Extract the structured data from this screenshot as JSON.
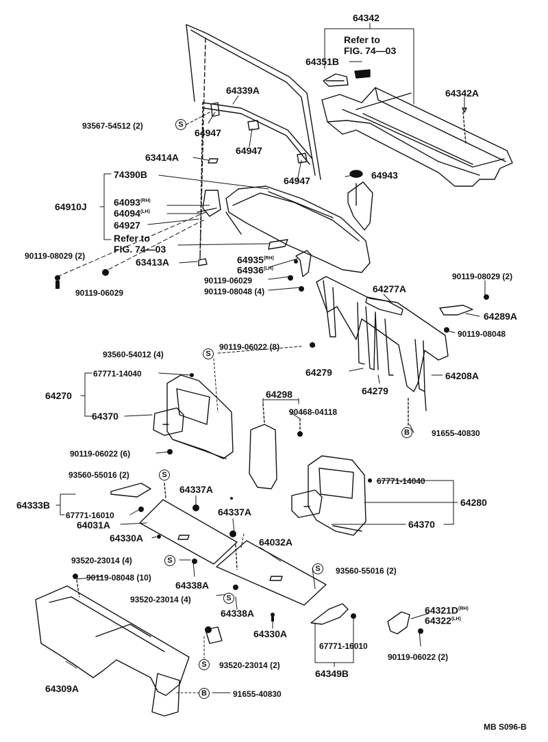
{
  "diagram_code": "MB S096-B",
  "side_tags": {
    "rh": "(RH)",
    "lh": "(LH)"
  },
  "symbols": {
    "s": "S",
    "b": "B"
  },
  "labels": {
    "p64342": "64342",
    "refer_to_1": "Refer to",
    "fig_74_03_1": "FIG. 74—03",
    "p64351B": "64351B",
    "p64339A": "64339A",
    "p64342A": "64342A",
    "p93567_54512": "93567-54512 (2)",
    "p64947_a": "64947",
    "p64947_b": "64947",
    "p64947_c": "64947",
    "p63414A": "63414A",
    "p64943": "64943",
    "p74390B": "74390B",
    "p64910J": "64910J",
    "p64093": "64093",
    "p64094": "64094",
    "p64927": "64927",
    "refer_to_2": "Refer to",
    "fig_74_03_2": "FIG. 74—03",
    "p63413A": "63413A",
    "p90119_08029_l": "90119-08029 (2)",
    "p90119_06029_l": "90119-06029",
    "p64935": "64935",
    "p64936": "64936",
    "p90119_06029_c": "90119-06029",
    "p90119_08048_4": "90119-08048 (4)",
    "p90119_08029_r": "90119-08029 (2)",
    "p64277A": "64277A",
    "p64289A": "64289A",
    "p90119_08048_r": "90119-08048",
    "p93560_54012": "93560-54012 (4)",
    "p90119_06022_8": "90119-06022 (8)",
    "p64279_a": "64279",
    "p64279_b": "64279",
    "p64208A": "64208A",
    "p67771_14040_l": "67771-14040",
    "p64270": "64270",
    "p64370_l": "64370",
    "p64298": "64298",
    "p90468_04118": "90468-04118",
    "p91655_40830_r": "91655-40830",
    "p90119_06022_6": "90119-06022 (6)",
    "p93560_55016_l": "93560-55016 (2)",
    "p67771_14040_r": "67771-14040",
    "p64280": "64280",
    "p64333B": "64333B",
    "p64337A_a": "64337A",
    "p64337A_b": "64337A",
    "p67771_16010_l": "67771-16010",
    "p64031A": "64031A",
    "p64370_r": "64370",
    "p64330A_l": "64330A",
    "p64032A": "64032A",
    "p93520_23014_a": "93520-23014 (4)",
    "p93560_55016_r": "93560-55016 (2)",
    "p90119_08048_10": "90119-08048 (10)",
    "p64338A_a": "64338A",
    "p93520_23014_b": "93520-23014 (4)",
    "p64338A_b": "64338A",
    "p64321D": "64321D",
    "p64322": "64322",
    "p64330A_r": "64330A",
    "p67771_16010_r": "67771-16010",
    "p90119_06022_2": "90119-06022 (2)",
    "p64349B": "64349B",
    "p93520_23014_c": "93520-23014 (2)",
    "p64309A": "64309A",
    "p91655_40830_b": "91655-40830"
  }
}
